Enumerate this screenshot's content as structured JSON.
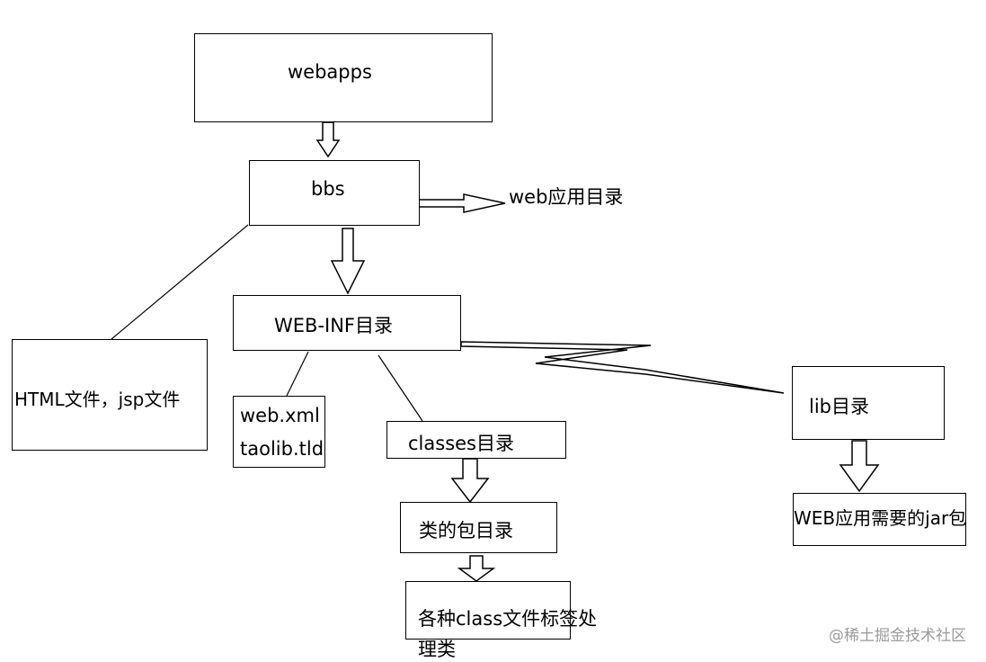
{
  "nodes": {
    "webapps": "webapps",
    "bbs": "bbs",
    "bbs_note": "web应用目录",
    "web_inf": "WEB-INF目录",
    "html_files": "HTML文件，jsp文件",
    "web_xml": "web.xml",
    "taolib": "taolib.tld",
    "classes": "classes目录",
    "lib": "lib目录",
    "package_dir": "类的包目录",
    "class_files_line1": "各种class文件标签处",
    "class_files_line2": "理类",
    "jar": "WEB应用需要的jar包"
  },
  "watermark": "@稀土掘金技术社区"
}
